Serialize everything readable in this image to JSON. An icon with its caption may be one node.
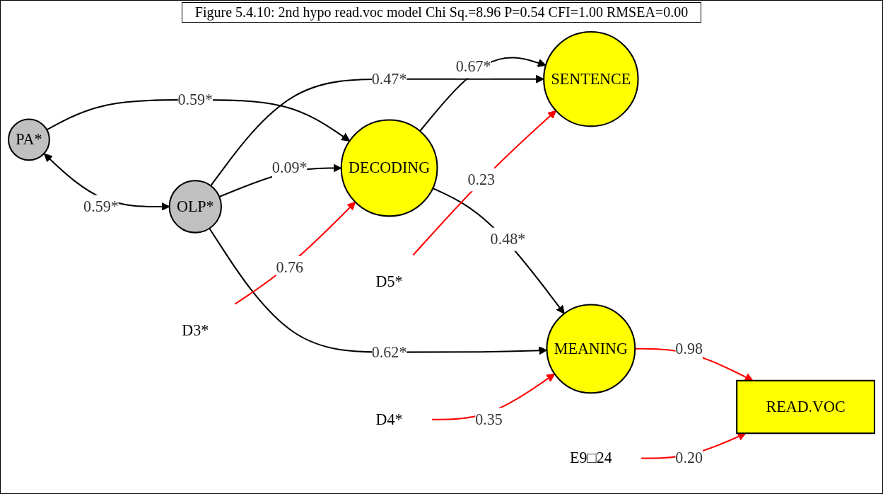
{
  "diagram": {
    "title": "Figure 5.4.10: 2nd hypo read.voc model Chi Sq.=8.96 P=0.54 CFI=1.00 RMSEA=0.00",
    "nodes": [
      {
        "text": [
          "PA*"
        ]
      },
      {
        "text": [
          "OLP*"
        ]
      },
      {
        "text": [
          "DECODING"
        ]
      },
      {
        "text": [
          "SENTENCE"
        ]
      },
      {
        "text": [
          "MEANING"
        ]
      },
      {
        "text": [
          "READ.VOC"
        ]
      },
      {
        "text": [
          "D3*"
        ]
      },
      {
        "text": [
          "D5*"
        ]
      },
      {
        "text": [
          "D4*"
        ]
      },
      {
        "text": [
          "E9□24"
        ]
      }
    ],
    "edges": [
      {
        "from": 0,
        "to": 1,
        "arrow": "both",
        "label": "0.59*"
      },
      {
        "from": 0,
        "to": 2,
        "arrow": "to",
        "label": "0.59*"
      },
      {
        "from": 1,
        "to": 2,
        "arrow": "to",
        "label": "0.09*"
      },
      {
        "from": 2,
        "to": 3,
        "arrow": "to",
        "label": "0.67*"
      },
      {
        "from": 2,
        "to": 4,
        "arrow": "to",
        "label": "0.48*"
      },
      {
        "from": 1,
        "to": 3,
        "arrow": "to",
        "label": "0.47*"
      },
      {
        "from": 1,
        "to": 4,
        "arrow": "to",
        "label": "0.62*"
      },
      {
        "from": 4,
        "to": 5,
        "arrow": "to",
        "label": "0.98",
        "color": "#ff0000"
      },
      {
        "from": 6,
        "to": 2,
        "arrow": "to",
        "label": "0.76",
        "color": "#ff0000"
      },
      {
        "from": 7,
        "to": 3,
        "arrow": "to",
        "label": "0.23",
        "color": "#ff0000"
      },
      {
        "from": 8,
        "to": 4,
        "arrow": "to",
        "label": "0.35",
        "color": "#ff0000"
      },
      {
        "from": 9,
        "to": 5,
        "arrow": "to",
        "label": "0.20",
        "color": "#ff0000"
      }
    ]
  }
}
